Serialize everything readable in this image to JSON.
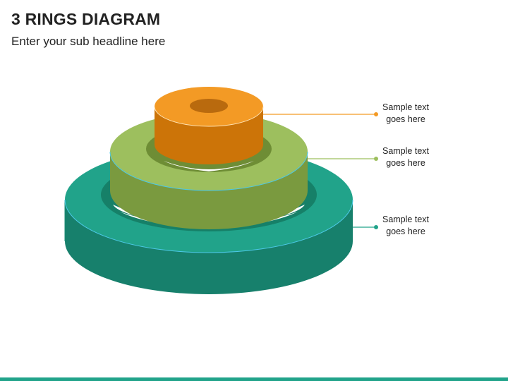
{
  "title": "3 RINGS DIAGRAM",
  "subtitle": "Enter your sub headline here",
  "rings": [
    {
      "label_line1": "Sample text",
      "label_line2": "goes here",
      "color_top": "#f39a25",
      "color_side": "#cc7408",
      "color_hole": "#b96a0e"
    },
    {
      "label_line1": "Sample text",
      "label_line2": "goes here",
      "color_top": "#9dbf5e",
      "color_side": "#7a9a3f",
      "color_hole": "#6e8d35"
    },
    {
      "label_line1": "Sample text",
      "label_line2": "goes here",
      "color_top": "#21a38a",
      "color_side": "#17806c",
      "color_hole": "#168068"
    }
  ],
  "accent_bar_color": "#21a38a"
}
